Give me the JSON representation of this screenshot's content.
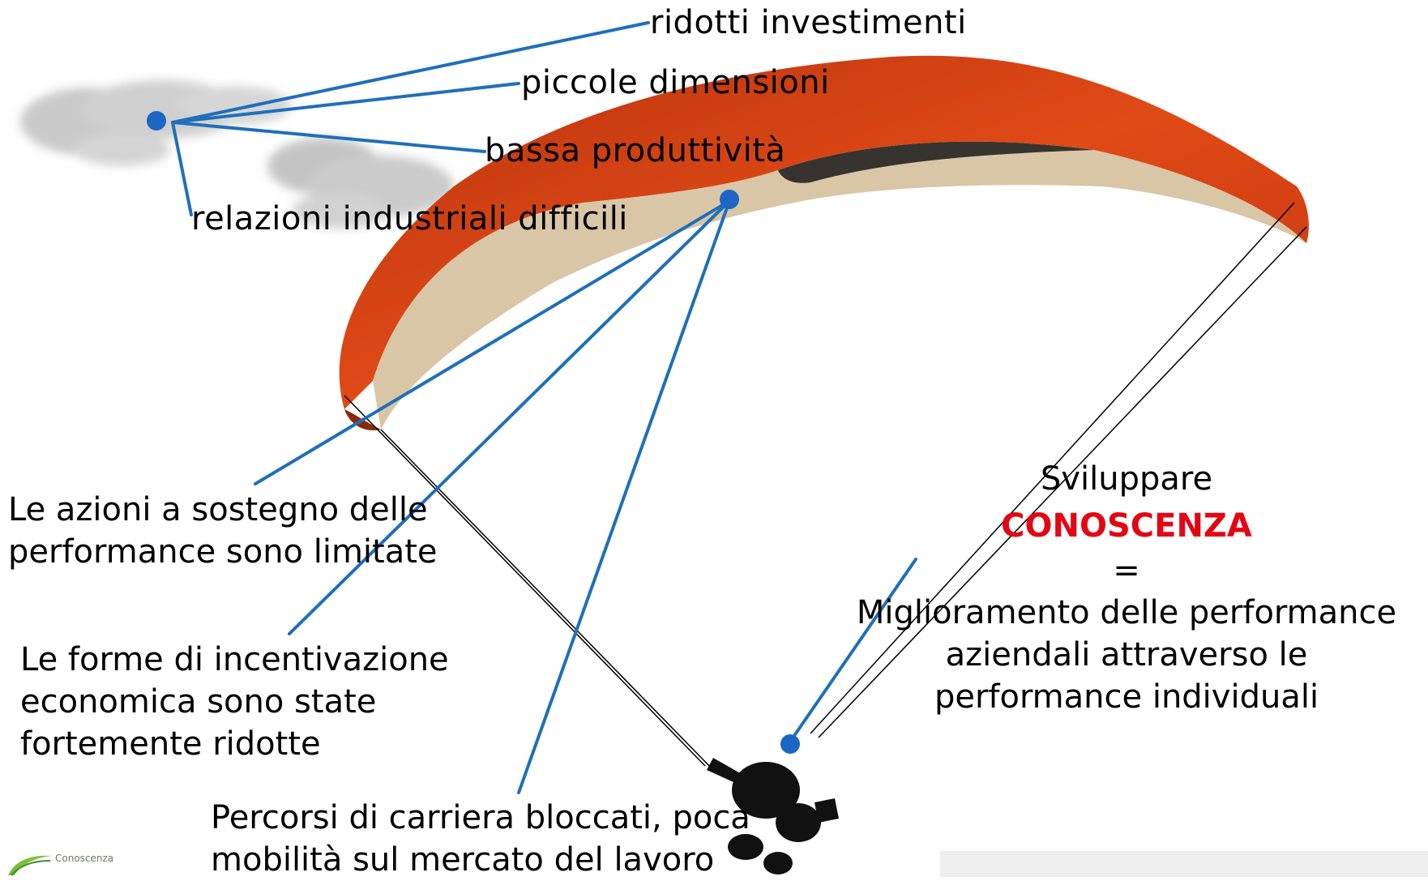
{
  "top_labels": {
    "ridotti": "ridotti investimenti",
    "piccole": "piccole dimensioni",
    "bassa": "bassa produttività",
    "relazioni": "relazioni industriali difficili"
  },
  "left_labels": {
    "azioni_line1": "Le azioni a sostegno delle",
    "azioni_line2": "performance sono limitate",
    "forme_line1": "Le forme di incentivazione",
    "forme_line2": "economica sono state",
    "forme_line3": "fortemente ridotte",
    "percorsi_line1": "Percorsi di carriera bloccati, poca",
    "percorsi_line2": "mobilità sul mercato del lavoro"
  },
  "right_block": {
    "line1": "Sviluppare",
    "line2": "CONOSCENZA",
    "line3": "=",
    "line4": "Miglioramento delle performance",
    "line5": "aziendali attraverso le",
    "line6": "performance individuali"
  },
  "logo": {
    "text": "Conoscenza"
  },
  "colors": {
    "connector": "#1f6fba",
    "dot": "#1e66c4",
    "accent": "#e30613",
    "wing_red": "#d63a12",
    "wing_inner": "#d7c2a3",
    "cloud": "#c9c9c9"
  }
}
